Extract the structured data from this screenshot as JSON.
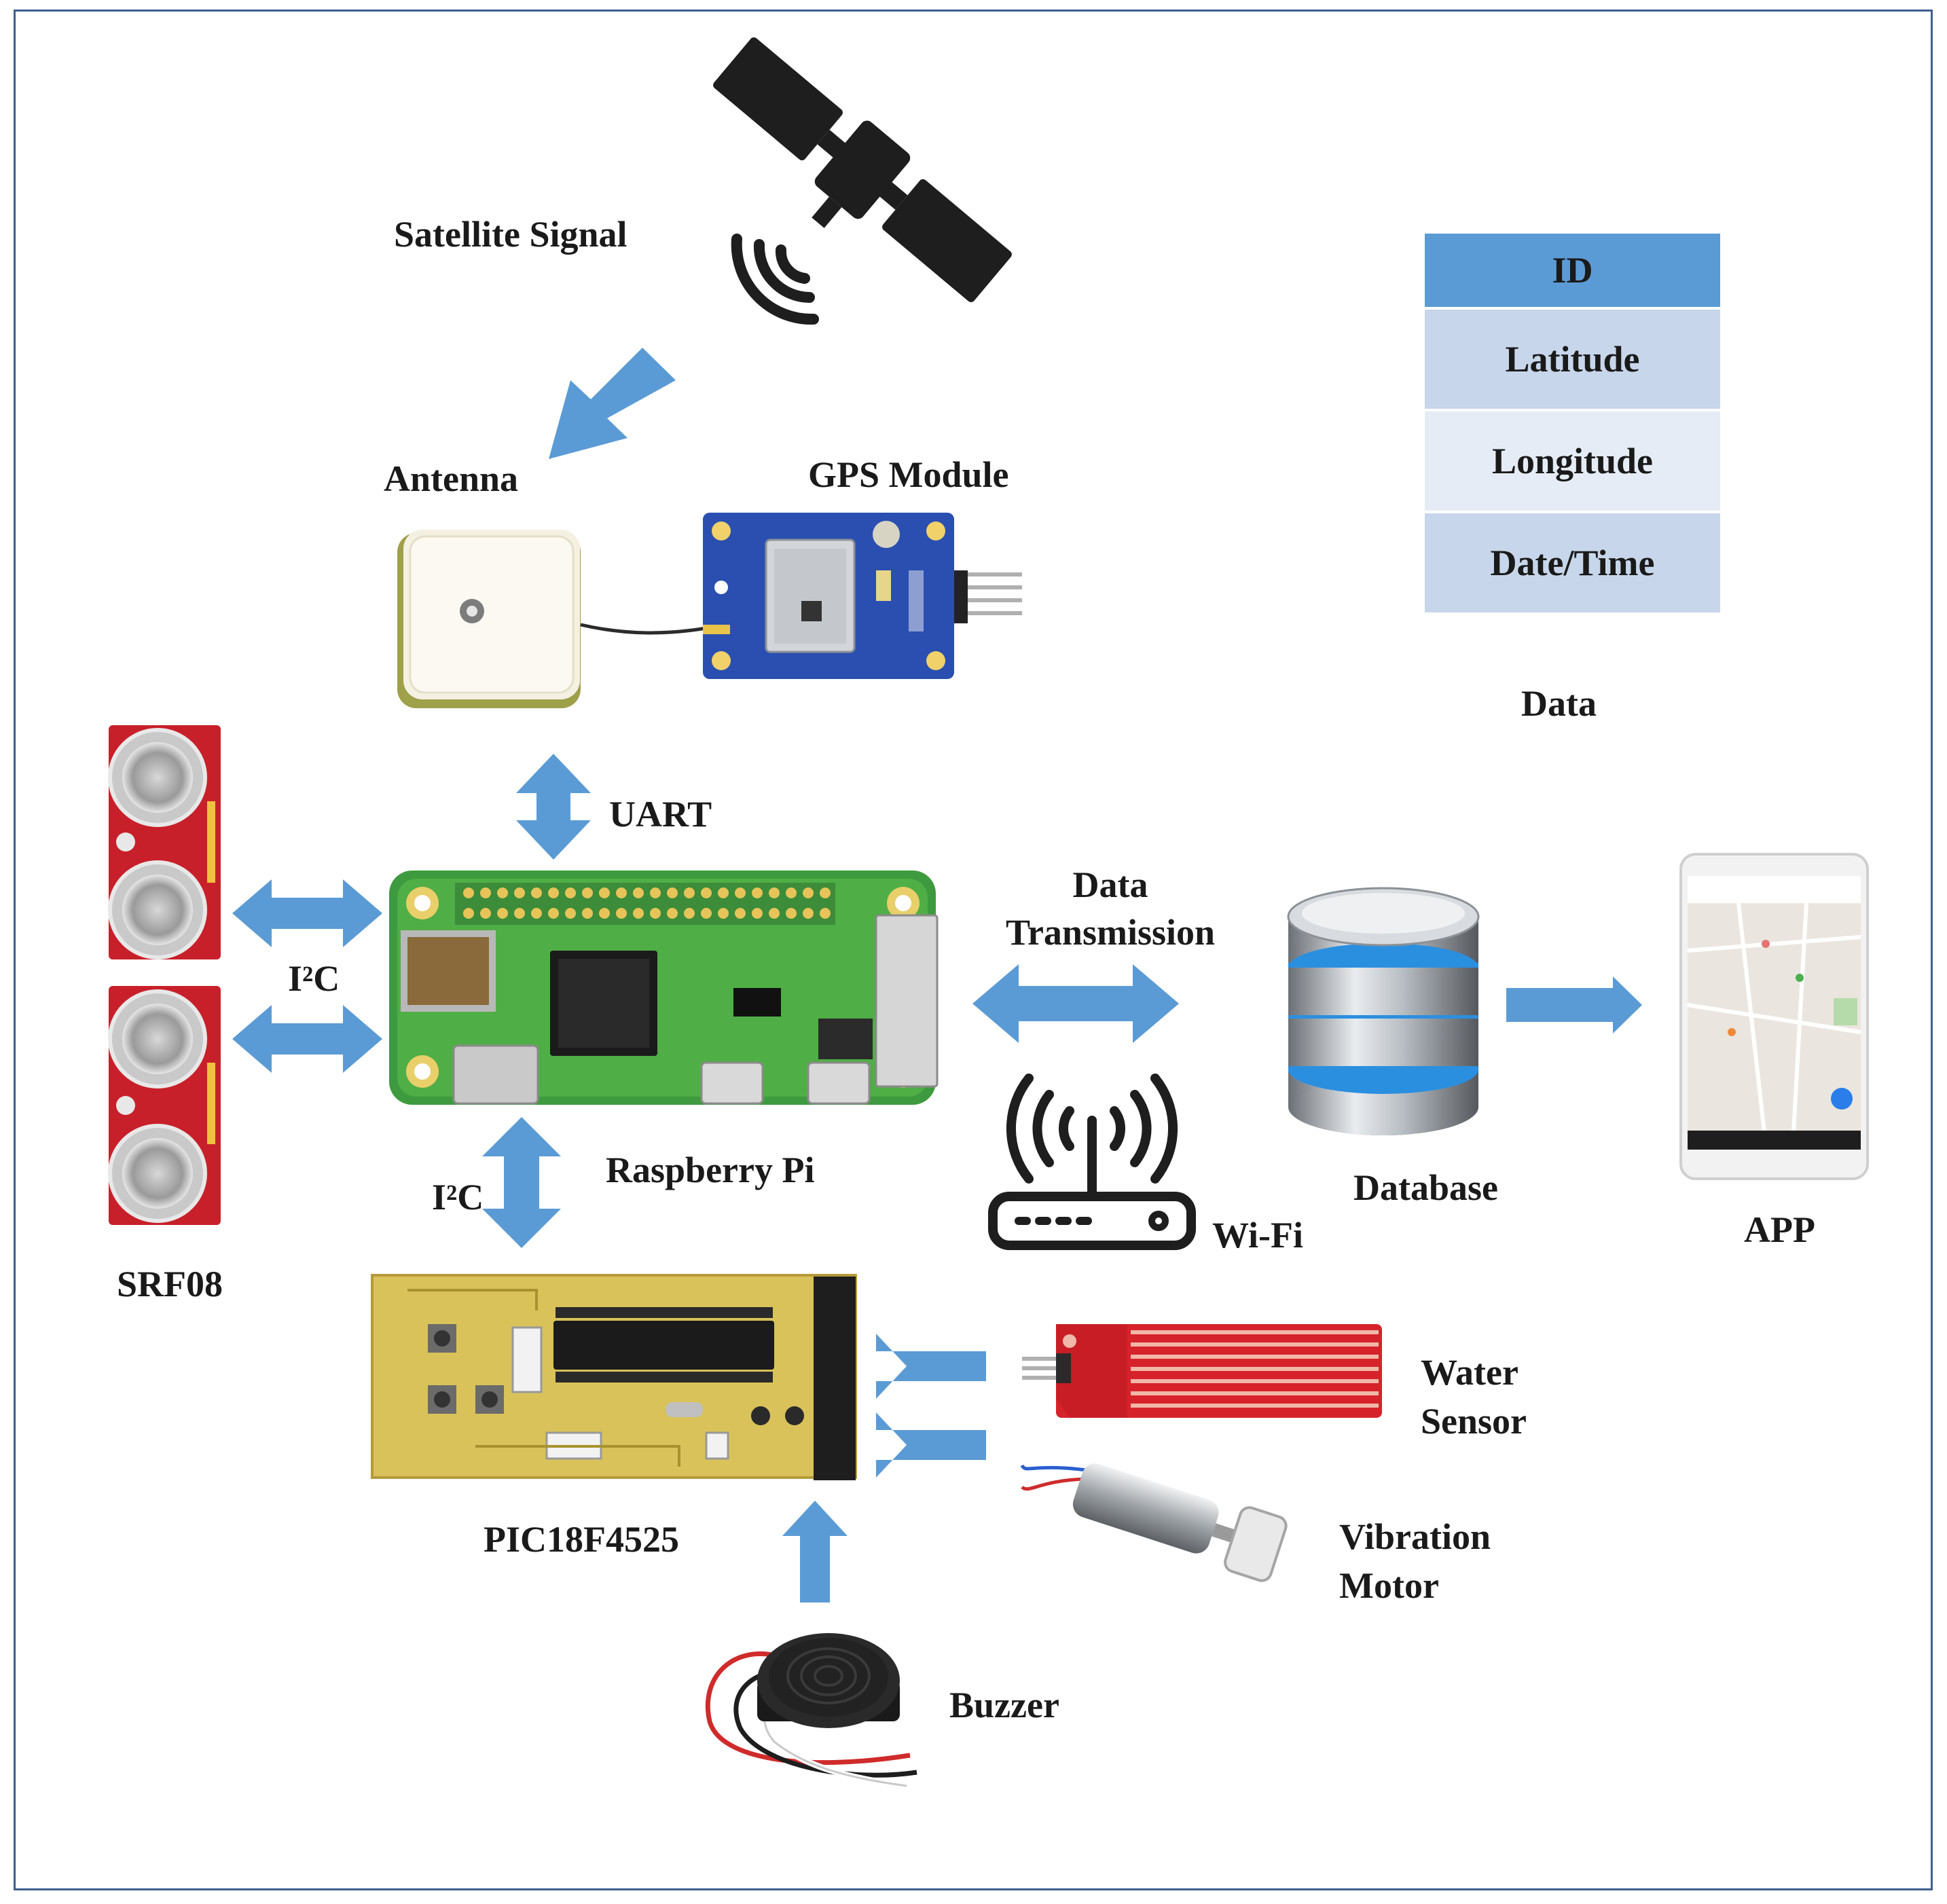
{
  "labels": {
    "satellite_signal": "Satellite Signal",
    "antenna": "Antenna",
    "gps_module": "GPS Module",
    "uart": "UART",
    "i2c_left": "I²C",
    "i2c_bottom": "I²C",
    "srf08": "SRF08",
    "raspberry_pi": "Raspberry Pi",
    "data_transmission_line1": "Data",
    "data_transmission_line2": "Transmission",
    "wifi": "Wi-Fi",
    "database": "Database",
    "app": "APP",
    "data": "Data",
    "pic": "PIC18F4525",
    "water_sensor_line1": "Water",
    "water_sensor_line2": "Sensor",
    "vibration_motor_line1": "Vibration",
    "vibration_motor_line2": "Motor",
    "buzzer": "Buzzer"
  },
  "data_table": {
    "header": "ID",
    "rows": [
      "Latitude",
      "Longitude",
      "Date/Time"
    ]
  },
  "colors": {
    "arrow": "#5b9bd5",
    "pcb_green": "#3e9a3e",
    "pcb_yellow": "#d9c25a",
    "gps_blue": "#2a4fb0",
    "sensor_red": "#c8202a",
    "table_header": "#5b9bd5",
    "table_row_dark": "#c7d6ea",
    "table_row_light": "#e6ecf5"
  },
  "icons": [
    "satellite-icon",
    "antenna-icon",
    "gps-module-icon",
    "srf08-sensor-icon",
    "raspberry-pi-board-icon",
    "wifi-router-icon",
    "database-icon",
    "phone-app-icon",
    "pic-board-icon",
    "water-sensor-icon",
    "vibration-motor-icon",
    "buzzer-icon"
  ]
}
